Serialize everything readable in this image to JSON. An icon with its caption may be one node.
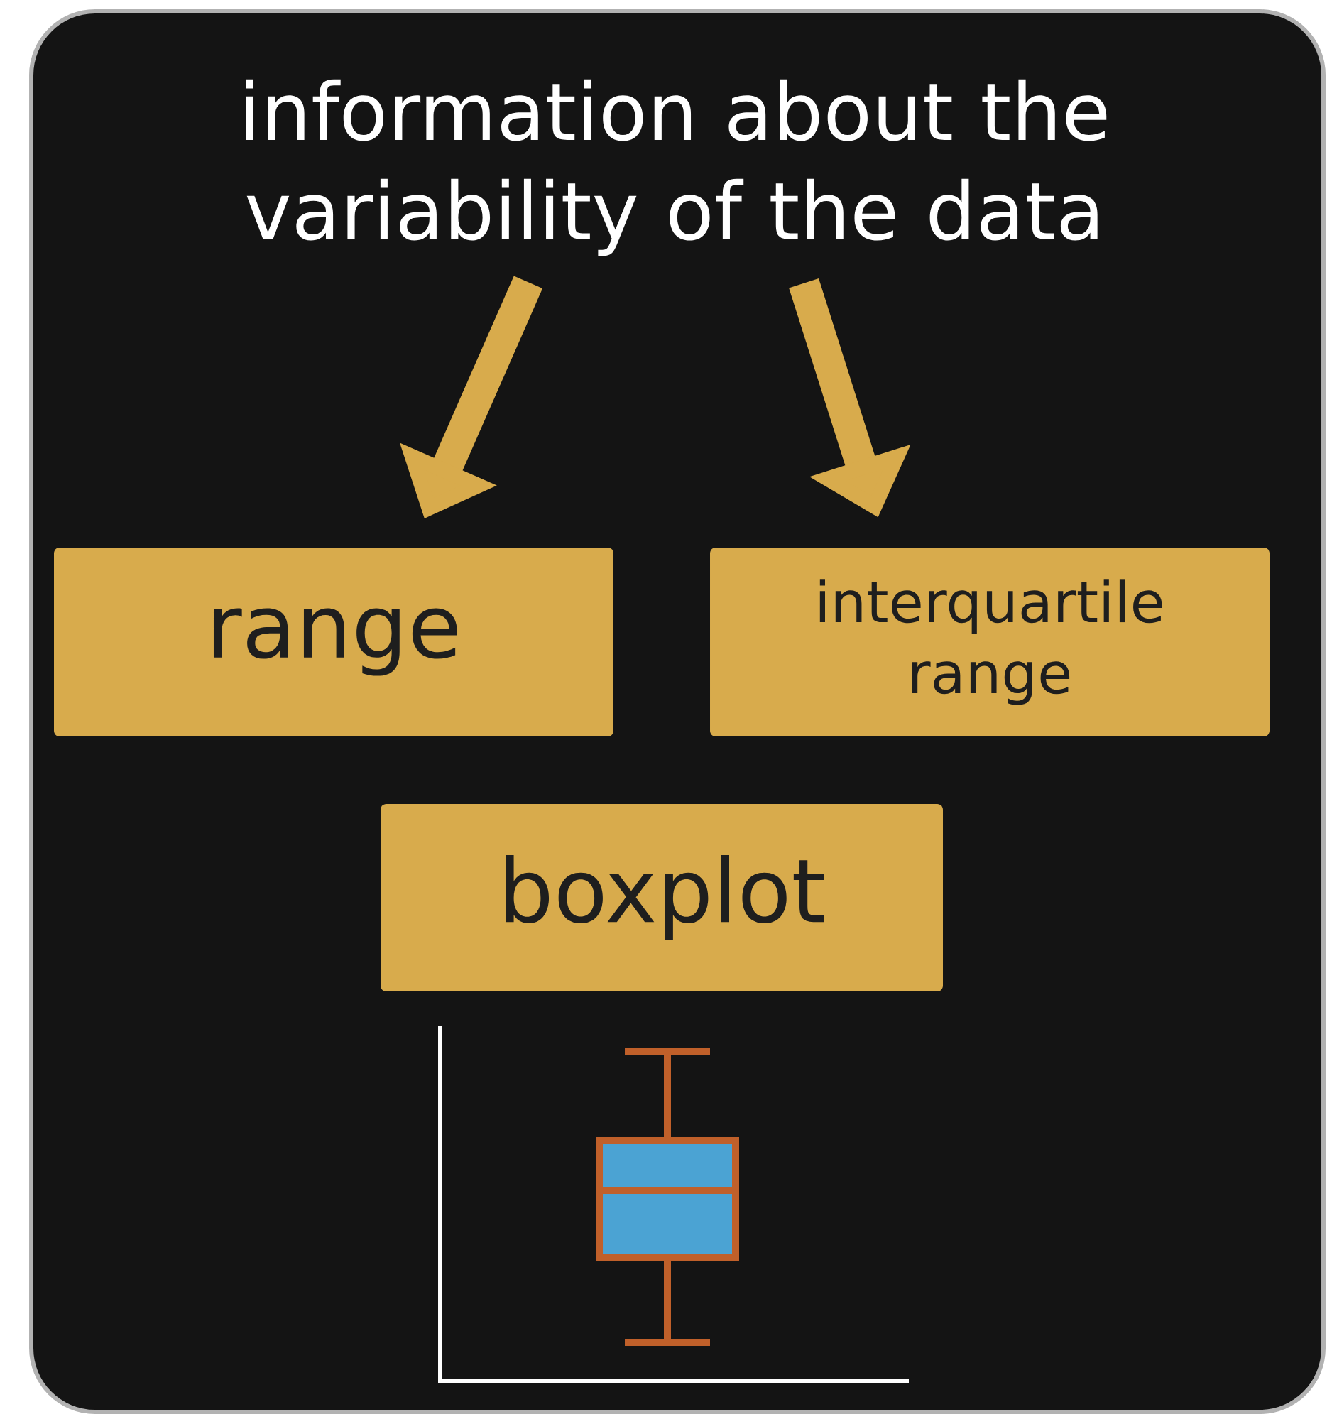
{
  "diagram": {
    "nodes": [
      {
        "text": [
          "information about the variability of the data"
        ]
      },
      {
        "text": [
          "range"
        ]
      },
      {
        "text": [
          "interquartile range"
        ]
      },
      {
        "text": [
          "boxplot"
        ]
      }
    ],
    "edges": [
      {
        "from": 0,
        "to": 1,
        "arrow": "to"
      },
      {
        "from": 0,
        "to": 2,
        "arrow": "to"
      }
    ]
  }
}
